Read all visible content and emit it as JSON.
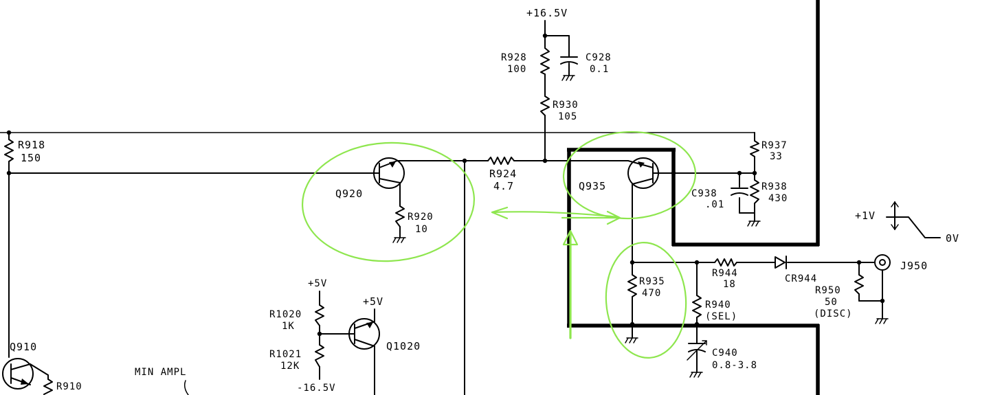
{
  "supplies": {
    "pos_16_5": "+16.5V",
    "neg_16_5": "-16.5V",
    "pos_5_a": "+5V",
    "pos_5_b": "+5V"
  },
  "components": {
    "r928": {
      "ref": "R928",
      "value": "100"
    },
    "c928": {
      "ref": "C928",
      "value": "0.1"
    },
    "r930": {
      "ref": "R930",
      "value": "105"
    },
    "r918": {
      "ref": "R918",
      "value": "150"
    },
    "q920": {
      "ref": "Q920"
    },
    "r920": {
      "ref": "R920",
      "value": "10"
    },
    "r924": {
      "ref": "R924",
      "value": "4.7"
    },
    "q935": {
      "ref": "Q935"
    },
    "r937": {
      "ref": "R937",
      "value": "33"
    },
    "c938": {
      "ref": "C938",
      "value": ".01"
    },
    "r938": {
      "ref": "R938",
      "value": "430"
    },
    "r935": {
      "ref": "R935",
      "value": "470"
    },
    "r944": {
      "ref": "R944",
      "value": "18"
    },
    "cr944": {
      "ref": "CR944"
    },
    "j950": {
      "ref": "J950"
    },
    "r950": {
      "ref": "R950",
      "value": "50",
      "note": "(DISC)"
    },
    "r940": {
      "ref": "R940",
      "value": "(SEL)"
    },
    "c940": {
      "ref": "C940",
      "value": "0.8-3.8"
    },
    "r1020": {
      "ref": "R1020",
      "value": "1K"
    },
    "r1021": {
      "ref": "R1021",
      "value": "12K"
    },
    "q1020": {
      "ref": "Q1020"
    },
    "q910": {
      "ref": "Q910"
    },
    "r910": {
      "ref": "R910"
    }
  },
  "labels": {
    "min_ampl": "MIN AMPL",
    "pulse_high": "+1V",
    "pulse_low": "0V"
  },
  "colors": {
    "ink": "#000000",
    "annotation": "#8ee64e",
    "background": "#ffffff"
  }
}
